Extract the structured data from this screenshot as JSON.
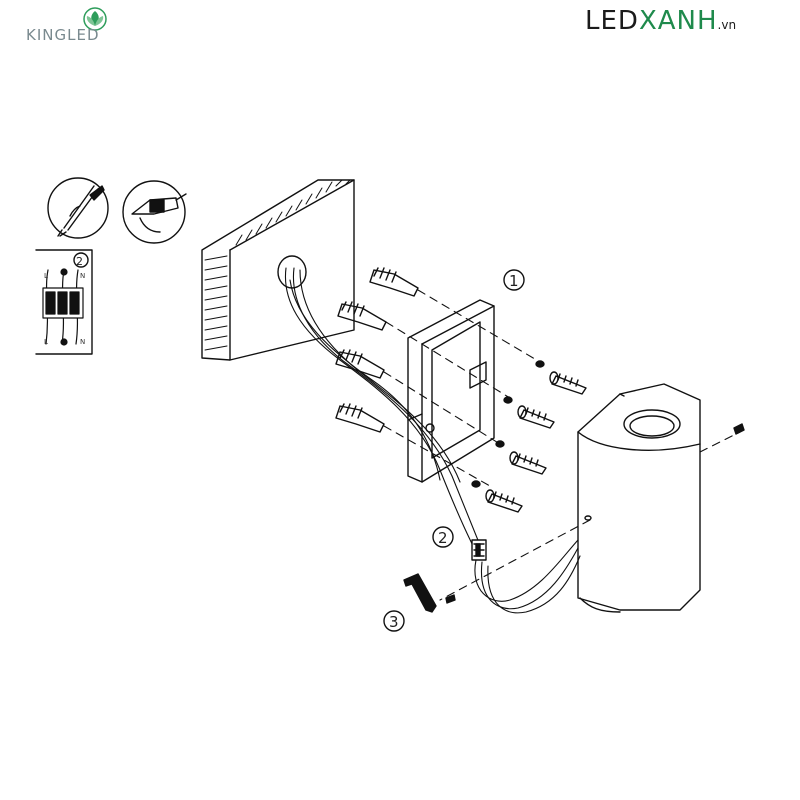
{
  "logos": {
    "left": {
      "text": "KINGLED",
      "icon": "flower-leaf-icon",
      "color": "#7a8a8f",
      "accent": "#2e9d5b"
    },
    "right": {
      "text_dark": "LED",
      "text_green": "XANH",
      "tld": ".vn",
      "color_dark": "#1b1b1b",
      "color_green": "#1f8a4c"
    }
  },
  "diagram": {
    "callouts": [
      "1",
      "2",
      "3"
    ],
    "inset_callout": "2",
    "terminal_labels": {
      "top_left": "L",
      "top_right": "N",
      "bottom_left": "L",
      "bottom_right": "N"
    }
  }
}
